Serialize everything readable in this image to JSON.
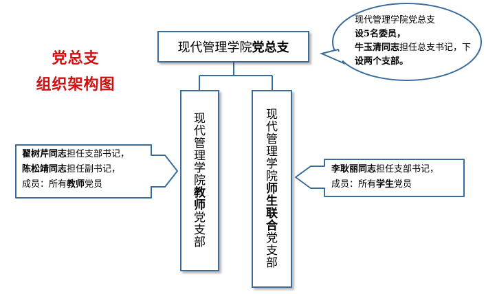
{
  "title": {
    "line1": "党总支",
    "line2": "组织架构图"
  },
  "top_box": {
    "normal": "现代管理学院",
    "bold": "党总支"
  },
  "bubble": {
    "line1": "现代管理学院党总支",
    "line2": "设5名委员，",
    "line3_bold": "牛玉清同志",
    "line3_rest": "担任总支书记，下",
    "line4": "设两个支部。"
  },
  "left_branch": {
    "chars_normal": [
      "现",
      "代",
      "管",
      "理",
      "学",
      "院"
    ],
    "chars_bold": [
      "教",
      "师"
    ],
    "chars_tail": [
      "党",
      "支",
      "部"
    ]
  },
  "right_branch": {
    "chars_normal": [
      "现",
      "代",
      "管",
      "理",
      "学",
      "院"
    ],
    "chars_bold": [
      "师",
      "生",
      "联",
      "合"
    ],
    "chars_tail": [
      "党",
      "支",
      "部"
    ]
  },
  "left_callout": {
    "l1_bold": "翟树芹同志",
    "l1_rest": "担任支部书记，",
    "l2_bold": "陈松靖同志",
    "l2_rest": "担任副书记，",
    "l3_pre": "成员：所有",
    "l3_bold": "教师",
    "l3_post": "党员"
  },
  "right_callout": {
    "l1_bold": "李耿丽同志",
    "l1_rest": "担任支部书记，",
    "l2_pre": "成员：所有",
    "l2_bold": "学生",
    "l2_post": "党员"
  },
  "colors": {
    "border": "#3a6c9a",
    "title": "#d01010"
  }
}
